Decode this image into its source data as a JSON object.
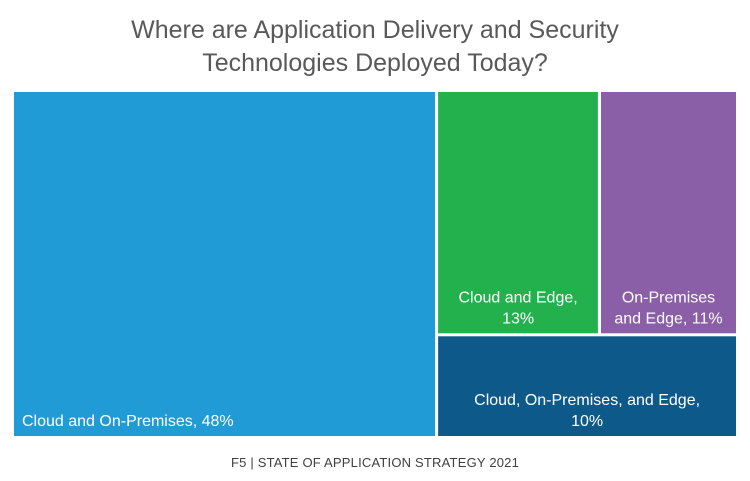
{
  "chart_data": {
    "type": "treemap",
    "title_lines": [
      "Where are Application Delivery and Security",
      "Technologies Deployed Today?"
    ],
    "items": [
      {
        "label_lines": [
          "Cloud and On-Premises, 48%"
        ],
        "value": 48,
        "color": "#219bd5",
        "label_align": "left-bottom"
      },
      {
        "label_lines": [
          "Cloud and Edge,",
          "13%"
        ],
        "value": 13,
        "color": "#22b14c",
        "label_align": "center-bottom"
      },
      {
        "label_lines": [
          "On-Premises",
          "and Edge, 11%"
        ],
        "value": 11,
        "color": "#8b5ea8",
        "label_align": "center-bottom"
      },
      {
        "label_lines": [
          "Cloud, On-Premises, and Edge,",
          "10%"
        ],
        "value": 10,
        "color": "#0d5a8a",
        "label_align": "center-bottom"
      }
    ]
  },
  "footer": "F5 |  STATE OF APPLICATION STRATEGY 2021"
}
